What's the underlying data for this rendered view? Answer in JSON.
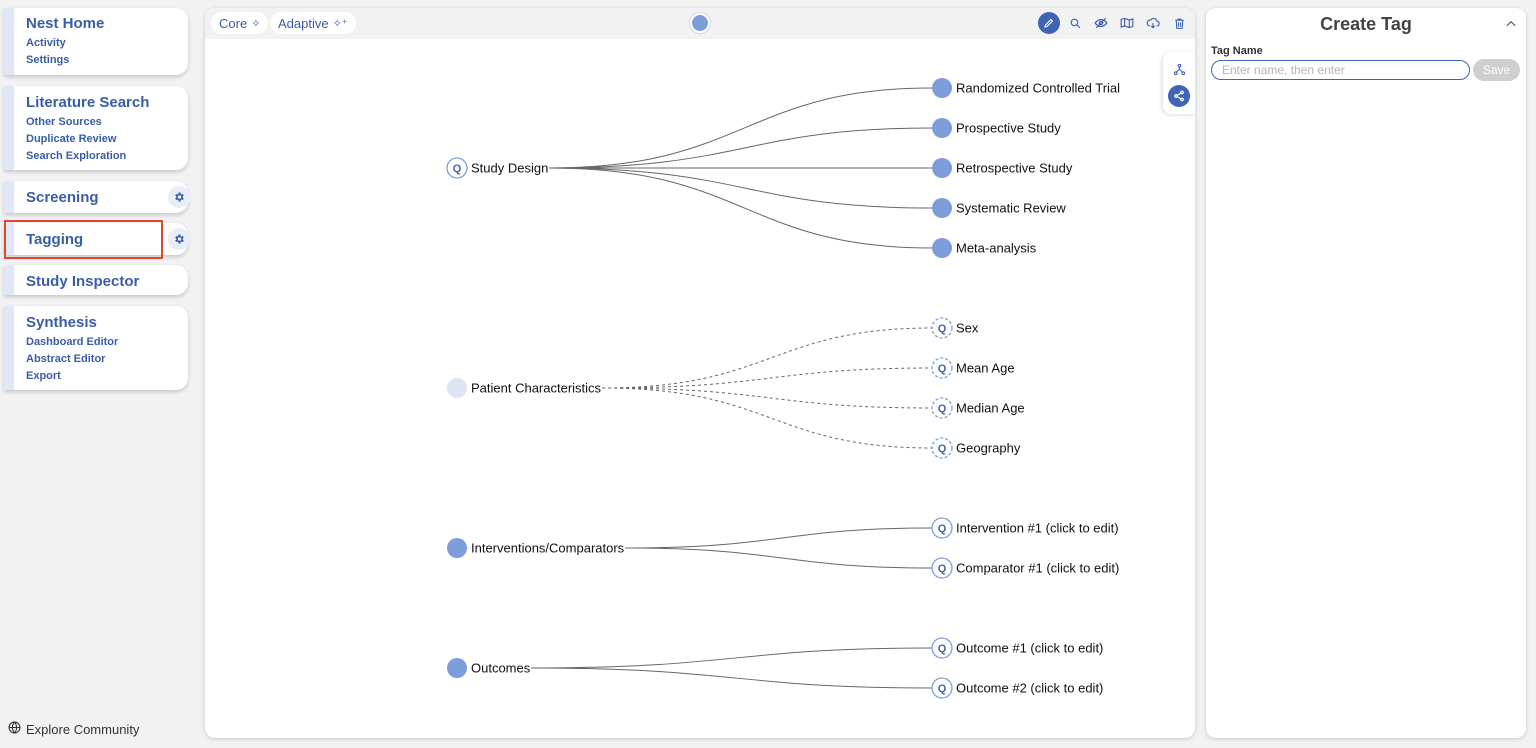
{
  "sidebar": {
    "nest_home": {
      "title": "Nest Home",
      "items": [
        "Activity",
        "Settings"
      ]
    },
    "literature_search": {
      "title": "Literature Search",
      "items": [
        "Other Sources",
        "Duplicate Review",
        "Search Exploration"
      ]
    },
    "screening": {
      "title": "Screening"
    },
    "tagging": {
      "title": "Tagging"
    },
    "study_inspector": {
      "title": "Study Inspector"
    },
    "synthesis": {
      "title": "Synthesis",
      "items": [
        "Dashboard Editor",
        "Abstract Editor",
        "Export"
      ]
    },
    "explore_community": "Explore Community"
  },
  "toolbar": {
    "core_label": "Core",
    "adaptive_label": "Adaptive",
    "tools": [
      "edit-icon",
      "search-icon",
      "hide-icon",
      "map-icon",
      "cloud-download-icon",
      "trash-icon"
    ]
  },
  "graph": {
    "groups": [
      {
        "label": "Study Design",
        "node": "question",
        "edge_style": "solid",
        "children": [
          {
            "label": "Randomized Controlled Trial",
            "node": "filled"
          },
          {
            "label": "Prospective Study",
            "node": "filled"
          },
          {
            "label": "Retrospective Study",
            "node": "filled"
          },
          {
            "label": "Systematic Review",
            "node": "filled"
          },
          {
            "label": "Meta-analysis",
            "node": "filled"
          }
        ]
      },
      {
        "label": "Patient Characteristics",
        "node": "light",
        "edge_style": "dashed",
        "children": [
          {
            "label": "Sex",
            "node": "question-dashed"
          },
          {
            "label": "Mean Age",
            "node": "question-dashed"
          },
          {
            "label": "Median Age",
            "node": "question-dashed"
          },
          {
            "label": "Geography",
            "node": "question-dashed"
          }
        ]
      },
      {
        "label": "Interventions/Comparators",
        "node": "filled",
        "edge_style": "solid",
        "children": [
          {
            "label": "Intervention #1 (click to edit)",
            "node": "question"
          },
          {
            "label": "Comparator #1 (click to edit)",
            "node": "question"
          }
        ]
      },
      {
        "label": "Outcomes",
        "node": "filled",
        "edge_style": "solid",
        "children": [
          {
            "label": "Outcome #1 (click to edit)",
            "node": "question"
          },
          {
            "label": "Outcome #2 (click to edit)",
            "node": "question"
          }
        ]
      }
    ]
  },
  "create_tag": {
    "title": "Create Tag",
    "name_label": "Tag Name",
    "placeholder": "Enter name, then enter",
    "save_label": "Save"
  },
  "colors": {
    "accent": "#3f64b5",
    "node_fill": "#7e9ddb",
    "node_light": "#dde5f5",
    "highlight": "#e0452f"
  }
}
